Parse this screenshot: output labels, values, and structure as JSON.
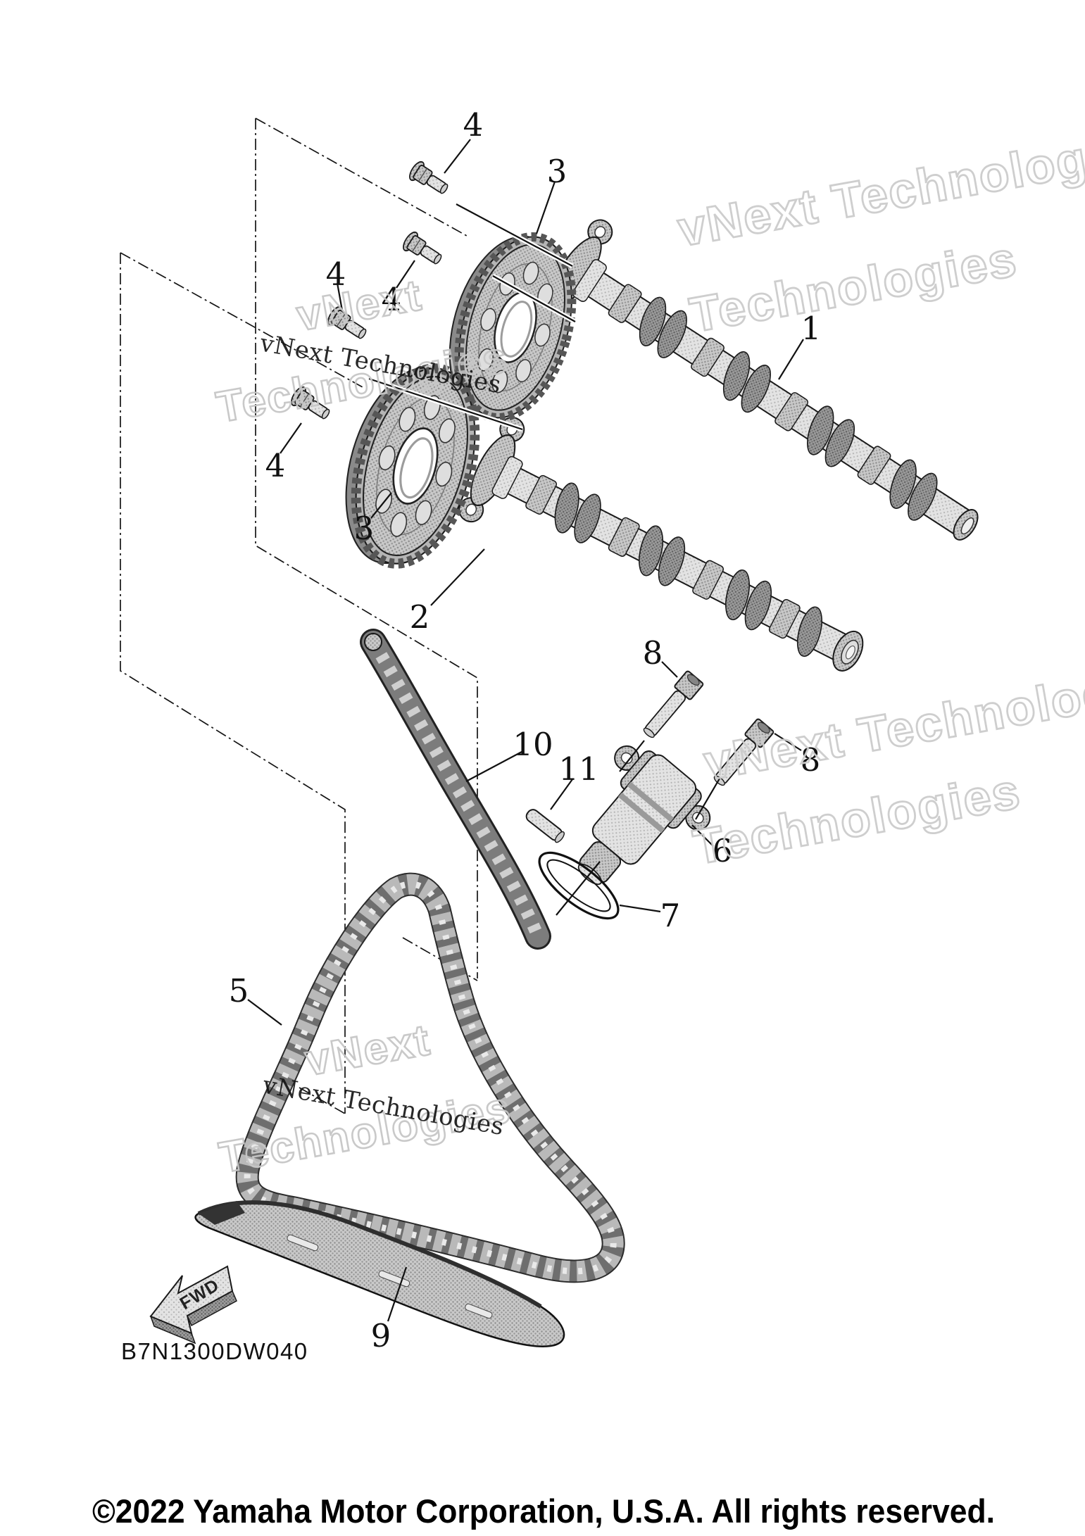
{
  "diagram": {
    "part_code": "B7N1300DW040",
    "fwd_label": "FWD",
    "copyright": "©2022 Yamaha Motor Corporation, U.S.A. All rights reserved.",
    "watermark": {
      "small": "vNext Technologies",
      "big1": "vNext",
      "big2": "Technologies"
    },
    "callouts": [
      {
        "label": "4"
      },
      {
        "label": "3"
      },
      {
        "label": "1"
      },
      {
        "label": "4"
      },
      {
        "label": "4"
      },
      {
        "label": "3"
      },
      {
        "label": "4"
      },
      {
        "label": "2"
      },
      {
        "label": "8"
      },
      {
        "label": "8"
      },
      {
        "label": "6"
      },
      {
        "label": "7"
      },
      {
        "label": "5"
      },
      {
        "label": "10"
      },
      {
        "label": "11"
      },
      {
        "label": "9"
      }
    ],
    "colors": {
      "ink": "#111111",
      "metal_light": "#dedede",
      "metal_mid": "#c2c2c2",
      "metal_dark": "#8f8f8f",
      "watermark_outline": "#c7c7c7"
    }
  }
}
